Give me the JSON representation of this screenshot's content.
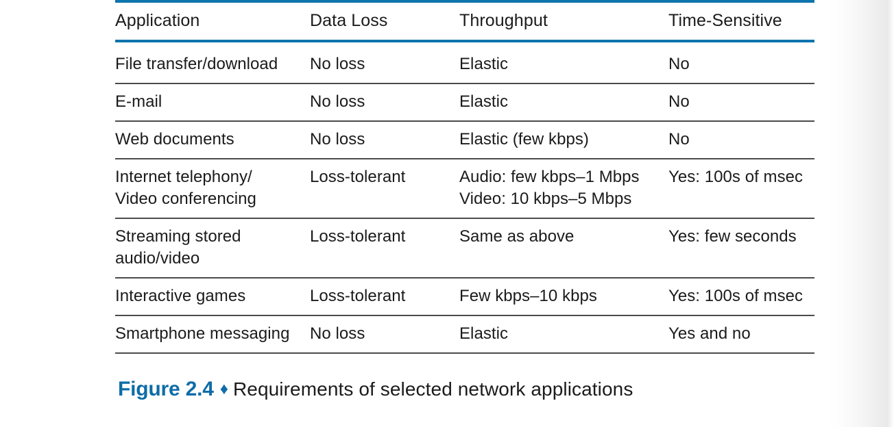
{
  "figure": {
    "caption_label": "Figure 2.4",
    "caption_diamond": "♦",
    "caption_text": "Requirements of selected network applications",
    "accent_color": "#0f6ca8",
    "rule_color": "#0e74ad",
    "body_rule_color": "#4a4a4a",
    "text_color": "#1b1b1b"
  },
  "table": {
    "columns": [
      "Application",
      "Data Loss",
      "Throughput",
      "Time-Sensitive"
    ],
    "rows": [
      {
        "application": [
          "File transfer/download"
        ],
        "data_loss": [
          "No loss"
        ],
        "throughput": [
          "Elastic"
        ],
        "time_sensitive": [
          "No"
        ]
      },
      {
        "application": [
          "E-mail"
        ],
        "data_loss": [
          "No loss"
        ],
        "throughput": [
          "Elastic"
        ],
        "time_sensitive": [
          "No"
        ]
      },
      {
        "application": [
          "Web documents"
        ],
        "data_loss": [
          "No loss"
        ],
        "throughput": [
          "Elastic (few kbps)"
        ],
        "time_sensitive": [
          "No"
        ]
      },
      {
        "application": [
          "Internet telephony/",
          "Video conferencing"
        ],
        "data_loss": [
          "Loss-tolerant"
        ],
        "throughput": [
          "Audio: few kbps–1 Mbps",
          "Video: 10 kbps–5 Mbps"
        ],
        "time_sensitive": [
          "Yes: 100s of msec"
        ]
      },
      {
        "application": [
          "Streaming stored",
          "audio/video"
        ],
        "data_loss": [
          "Loss-tolerant"
        ],
        "throughput": [
          "Same as above"
        ],
        "time_sensitive": [
          "Yes: few seconds"
        ]
      },
      {
        "application": [
          "Interactive games"
        ],
        "data_loss": [
          "Loss-tolerant"
        ],
        "throughput": [
          "Few kbps–10 kbps"
        ],
        "time_sensitive": [
          "Yes: 100s of msec"
        ]
      },
      {
        "application": [
          "Smartphone messaging"
        ],
        "data_loss": [
          "No loss"
        ],
        "throughput": [
          "Elastic"
        ],
        "time_sensitive": [
          "Yes and no"
        ]
      }
    ]
  }
}
